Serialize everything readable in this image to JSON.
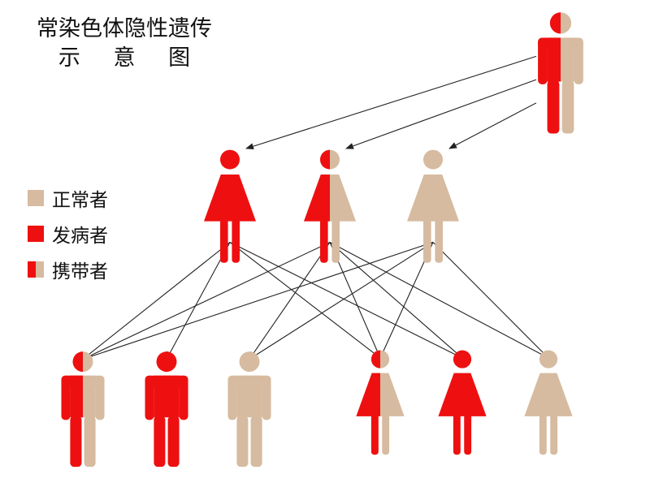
{
  "title": {
    "line1": "常染色体隐性遗传",
    "line2": "示 意 图"
  },
  "colors": {
    "normal": "#d6bba0",
    "affected": "#ee1010",
    "arrow": "#222222"
  },
  "legend": [
    {
      "label": "正常者",
      "status": "normal"
    },
    {
      "label": "发病者",
      "status": "affected"
    },
    {
      "label": "携带者",
      "status": "carrier"
    }
  ],
  "pedigree": {
    "generation_1": [
      {
        "id": "p1",
        "sex": "male",
        "status": "carrier"
      }
    ],
    "generation_2": [
      {
        "id": "f1",
        "sex": "female",
        "status": "affected"
      },
      {
        "id": "f2",
        "sex": "female",
        "status": "carrier"
      },
      {
        "id": "f3",
        "sex": "female",
        "status": "normal"
      }
    ],
    "generation_3": [
      {
        "id": "c1",
        "sex": "male",
        "status": "carrier"
      },
      {
        "id": "c2",
        "sex": "male",
        "status": "affected"
      },
      {
        "id": "c3",
        "sex": "male",
        "status": "normal"
      },
      {
        "id": "c4",
        "sex": "female",
        "status": "carrier"
      },
      {
        "id": "c5",
        "sex": "female",
        "status": "affected"
      },
      {
        "id": "c6",
        "sex": "female",
        "status": "normal"
      }
    ],
    "links": [
      [
        "p1",
        "f1"
      ],
      [
        "p1",
        "f2"
      ],
      [
        "p1",
        "f3"
      ],
      [
        "f1",
        "c1"
      ],
      [
        "f1",
        "c2"
      ],
      [
        "f1",
        "c4"
      ],
      [
        "f1",
        "c5"
      ],
      [
        "f2",
        "c1"
      ],
      [
        "f2",
        "c3"
      ],
      [
        "f2",
        "c4"
      ],
      [
        "f2",
        "c5"
      ],
      [
        "f2",
        "c6"
      ],
      [
        "f3",
        "c1"
      ],
      [
        "f3",
        "c3"
      ],
      [
        "f3",
        "c4"
      ],
      [
        "f3",
        "c6"
      ]
    ]
  }
}
